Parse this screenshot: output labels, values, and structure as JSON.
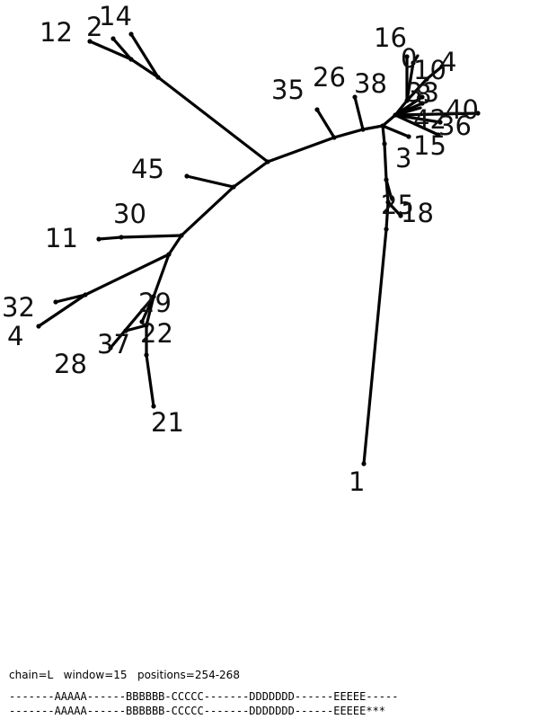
{
  "tree": {
    "color": "#000000",
    "labels": [
      "12",
      "2",
      "14",
      "16",
      "0",
      "10",
      "4",
      "35",
      "26",
      "38",
      "33",
      "8",
      "40",
      "42",
      "36",
      "15",
      "3",
      "45",
      "25",
      "18",
      "30",
      "11",
      "32",
      "4",
      "29",
      "22",
      "37",
      "28",
      "21",
      "1"
    ]
  },
  "footer": {
    "params": "chain=L   window=15   positions=254-268",
    "seq1": "-------AAAAA------BBBBBB-CCCCC-------DDDDDDD------EEEEE-----",
    "seq2": "-------AAAAA------BBBBBB-CCCCC-------DDDDDDD------EEEEE***"
  }
}
